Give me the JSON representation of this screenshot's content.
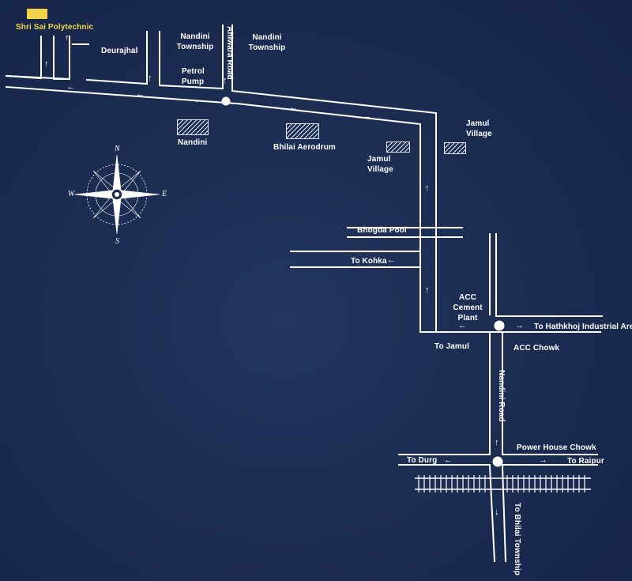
{
  "labels": {
    "polytechnic": "Shri Sai Polytechnic",
    "deurajhal": "Deurajhal",
    "nandini_township_1": "Nandini Township",
    "nandini_township_2": "Nandini Township",
    "ahiwara_road": "Ahiwara Road",
    "petrol_pump": "Petrol Pump",
    "nandini": "Nandini",
    "bhilai_aerodrum": "Bhilai Aerodrum",
    "jamul_village_1": "Jamul Village",
    "jamul_village_2": "Jamul Village",
    "bhogda_pool": "Bhogda Pool",
    "to_kohka": "To Kohka",
    "acc_cement_plant": "ACC Cement Plant",
    "to_hathkhoj": "To Hathkhoj Industrial Area",
    "acc_chowk": "ACC Chowk",
    "to_jamul": "To Jamul",
    "nandini_road": "Nandini Road",
    "power_house_chowk": "Power House Chowk",
    "to_durg": "To Durg",
    "to_raipur": "To Raipur",
    "to_bhilai_township": "To Bhilai Township"
  },
  "compass": {
    "n": "N",
    "s": "S",
    "e": "E",
    "w": "W"
  },
  "arrows": {
    "up": "↑",
    "down": "↓",
    "left": "←",
    "right": "→"
  },
  "colors": {
    "background": "#1c2d52",
    "road": "#ffffff",
    "highlight": "#f1d44a"
  }
}
